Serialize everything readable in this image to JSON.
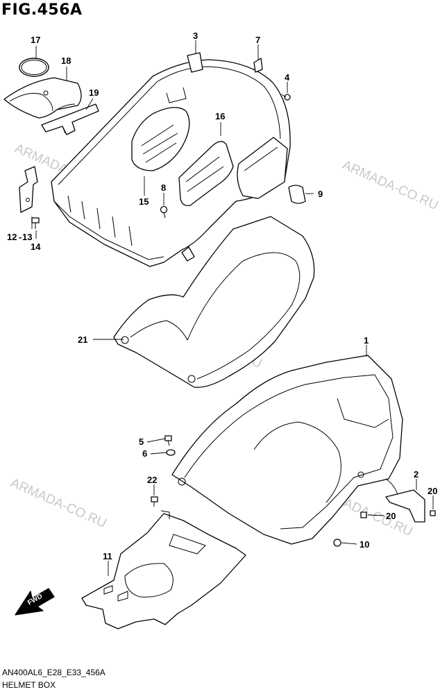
{
  "figure": {
    "title": "FIG.456A",
    "code": "AN400AL6_E28_E33_456A",
    "name": "HELMET BOX"
  },
  "watermark": "ARMADA-CO.RU",
  "fwd_label": "FWD",
  "callouts": {
    "p1": "1",
    "p2": "2",
    "p3": "3",
    "p4": "4",
    "p5": "5",
    "p6": "6",
    "p7": "7",
    "p8": "8",
    "p9": "9",
    "p10": "10",
    "p11": "11",
    "p12_13": "12",
    "p13": "13",
    "p14": "14",
    "p15": "15",
    "p16": "16",
    "p17": "17",
    "p18": "18",
    "p19": "19",
    "p20a": "20",
    "p20b": "20",
    "p21": "21",
    "p22": "22"
  },
  "colors": {
    "line": "#000000",
    "watermark": "#c8c8c8",
    "background": "#ffffff"
  }
}
